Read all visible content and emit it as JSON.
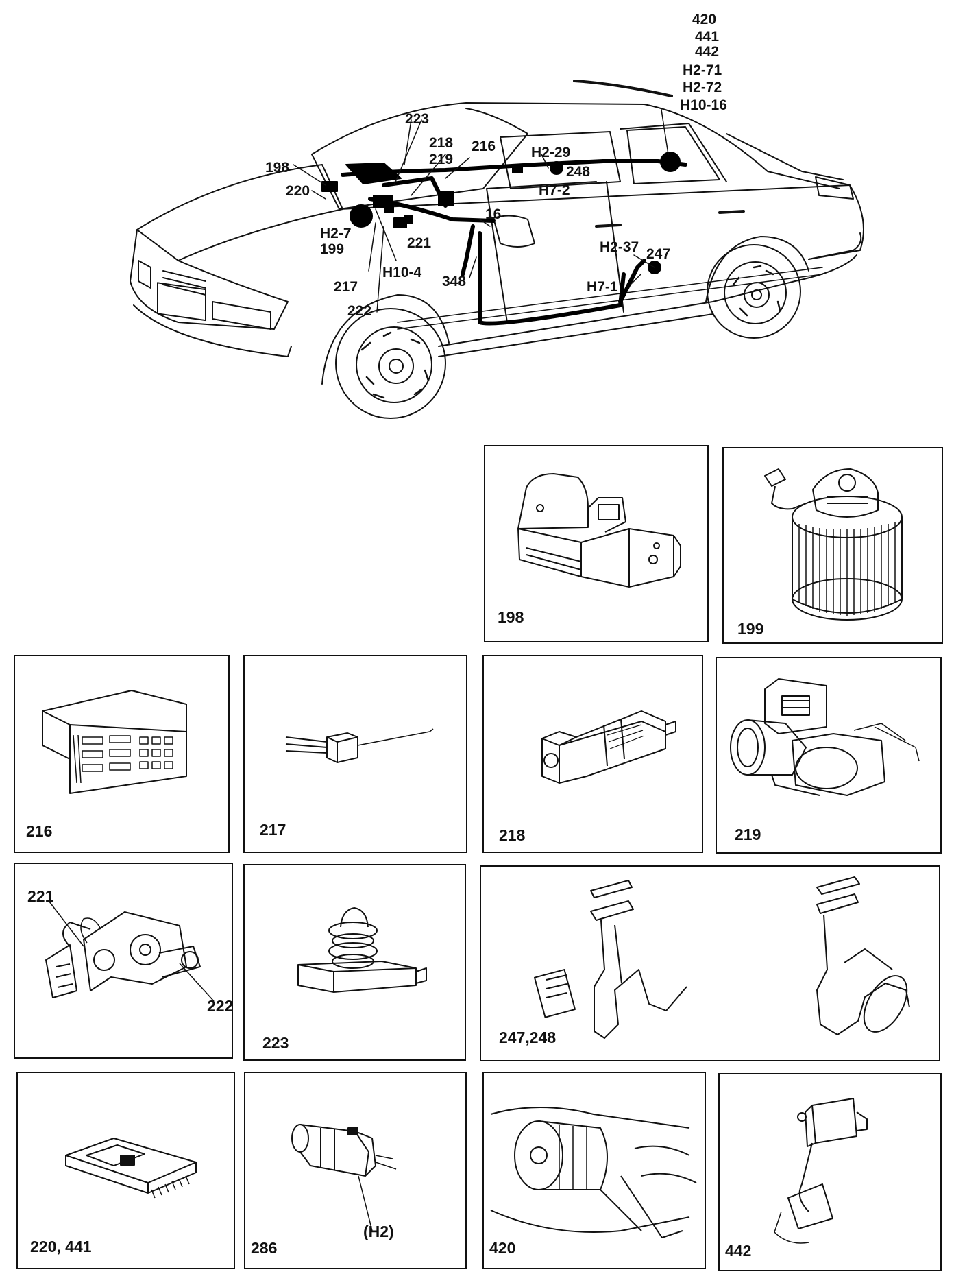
{
  "car_callouts": {
    "c420": "420",
    "c441": "441",
    "c442": "442",
    "h2_71": "H2-71",
    "h2_72": "H2-72",
    "h10_16": "H10-16",
    "c223": "223",
    "c218": "218",
    "c219": "219",
    "c216": "216",
    "c198": "198",
    "c220": "220",
    "h2_7": "H2-7",
    "c199": "199",
    "h2_29": "H2-29",
    "c248": "248",
    "h7_2": "H7-2",
    "c16": "16",
    "c221": "221",
    "h10_4": "H10-4",
    "c217": "217",
    "c348": "348",
    "c222": "222",
    "h2_37": "H2-37",
    "c247": "247",
    "h7_1": "H7-1"
  },
  "panels": {
    "p198": {
      "label": "198"
    },
    "p199": {
      "label": "199"
    },
    "p216": {
      "label": "216"
    },
    "p217": {
      "label": "217"
    },
    "p218": {
      "label": "218"
    },
    "p219": {
      "label": "219"
    },
    "p221": {
      "label": "221",
      "label2": "222"
    },
    "p223": {
      "label": "223"
    },
    "p247": {
      "label": "247,248"
    },
    "p220": {
      "label": "220, 441"
    },
    "p286": {
      "label": "286",
      "callout": "(H2)"
    },
    "p420": {
      "label": "420"
    },
    "p442": {
      "label": "442"
    }
  }
}
